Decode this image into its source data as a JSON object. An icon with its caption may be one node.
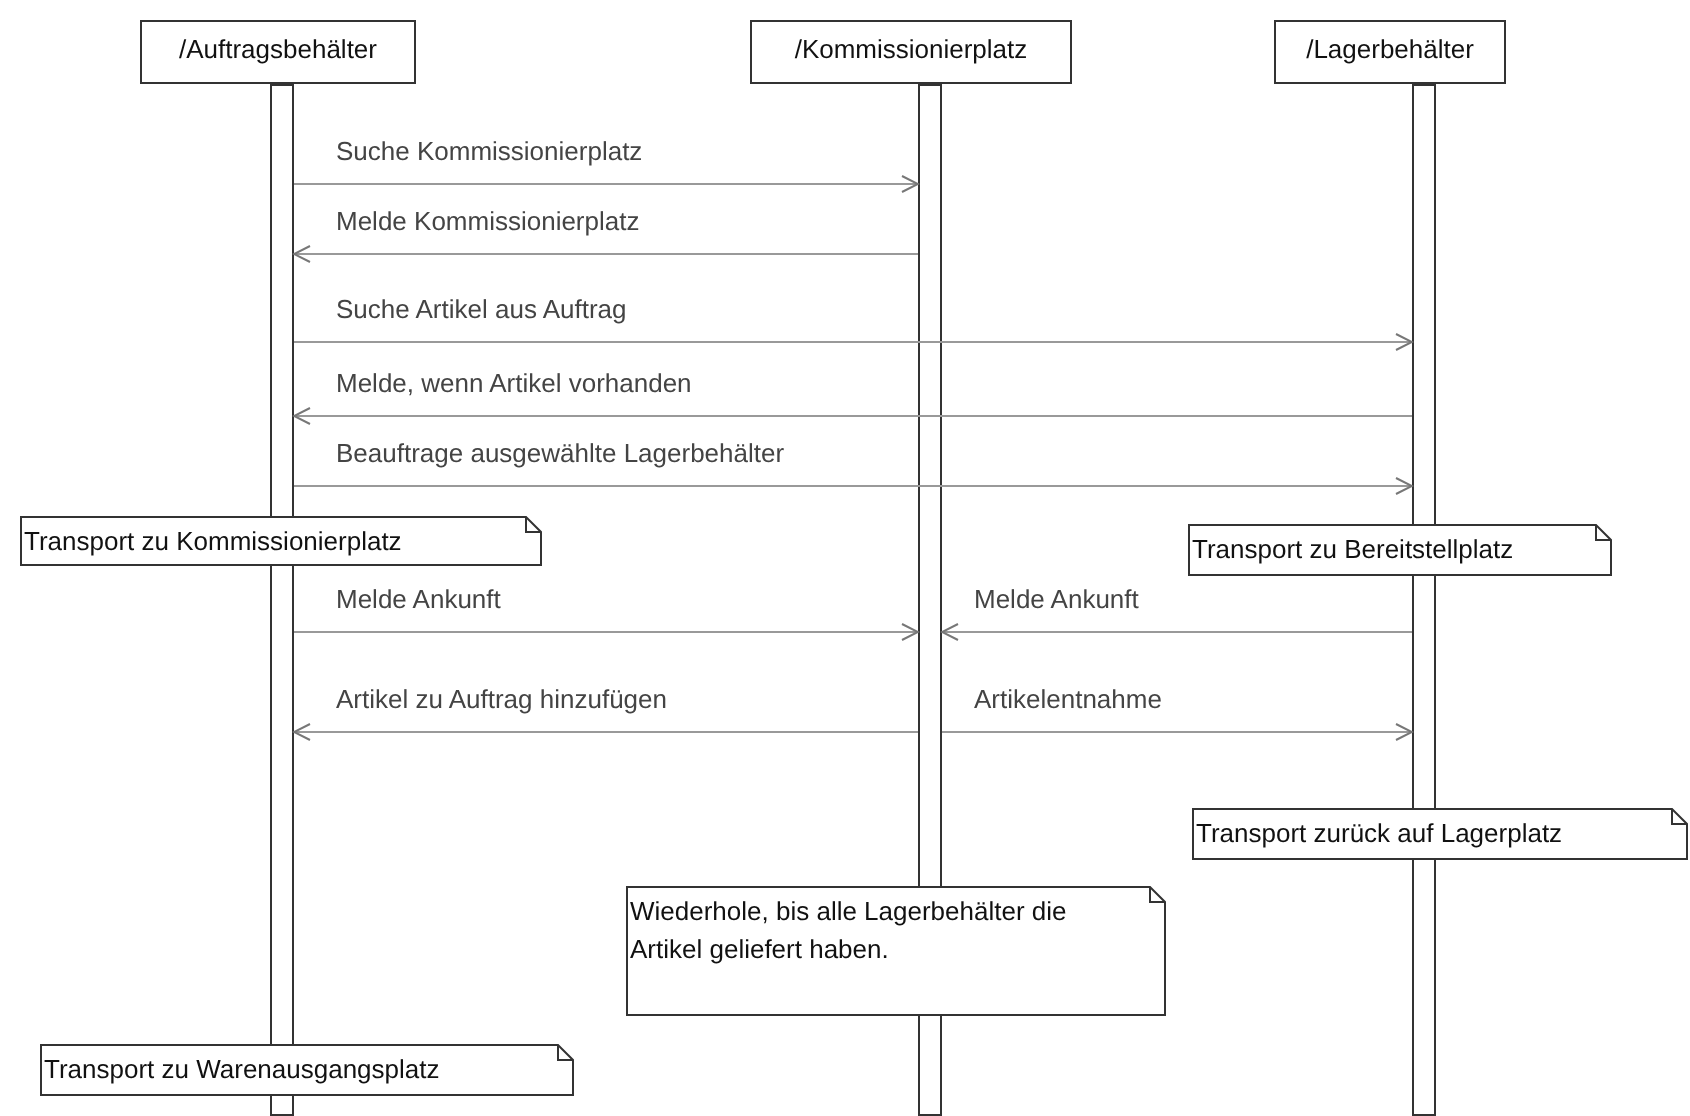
{
  "diagram": {
    "nodes": [
      {
        "text": [
          "/Auftragsbehälter"
        ]
      },
      {
        "text": [
          "/Kommissionierplatz"
        ]
      },
      {
        "text": [
          "/Lagerbehälter"
        ]
      },
      {
        "text": [],
        "shape": "bar"
      },
      {
        "text": [],
        "shape": "bar"
      },
      {
        "text": [],
        "shape": "bar"
      },
      {
        "text": [
          "Transport zu Kommissionierplatz"
        ]
      },
      {
        "text": [
          "Transport zu Bereitstellplatz"
        ]
      },
      {
        "text": [
          "Transport zurück auf Lagerplatz"
        ]
      },
      {
        "text": [
          "Wiederhole, bis alle Lagerbehälter die Artikel geliefert haben."
        ]
      },
      {
        "text": [
          "Transport zu Warenausgangsplatz"
        ]
      }
    ],
    "edges": [
      {
        "from": 3,
        "to": 4,
        "arrow": "to",
        "label": "Suche Kommissionierplatz"
      },
      {
        "from": 4,
        "to": 3,
        "arrow": "to",
        "label": "Melde Kommissionierplatz"
      },
      {
        "from": 3,
        "to": 5,
        "arrow": "to",
        "label": "Suche Artikel aus Auftrag"
      },
      {
        "from": 5,
        "to": 3,
        "arrow": "to",
        "label": "Melde, wenn Artikel vorhanden"
      },
      {
        "from": 3,
        "to": 5,
        "arrow": "to",
        "label": "Beauftrage ausgewählte Lagerbehälter"
      },
      {
        "from": 3,
        "to": 4,
        "arrow": "to",
        "label": "Melde Ankunft"
      },
      {
        "from": 5,
        "to": 4,
        "arrow": "to",
        "label": "Melde Ankunft"
      },
      {
        "from": 4,
        "to": 3,
        "arrow": "to",
        "label": "Artikel zu Auftrag hinzufügen"
      },
      {
        "from": 4,
        "to": 5,
        "arrow": "to",
        "label": "Artikelentnahme"
      }
    ]
  }
}
